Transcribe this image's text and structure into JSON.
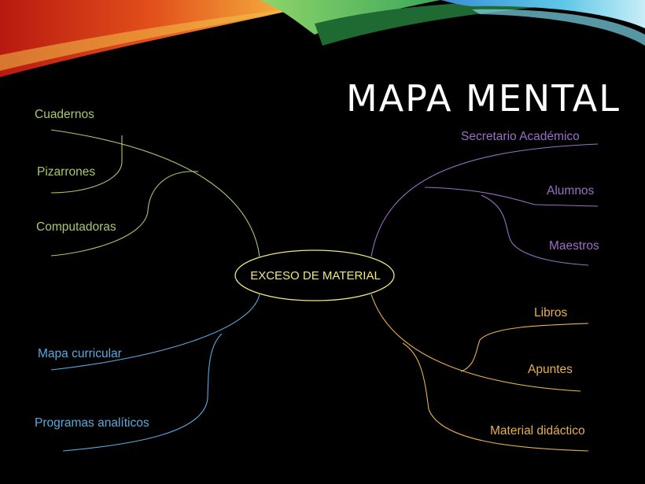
{
  "title": "MAPA MENTAL",
  "center": "EXCESO DE MATERIAL",
  "branches": {
    "green": {
      "color": "#a8c86e",
      "items": [
        "Cuadernos",
        "Pizarrones",
        "Computadoras"
      ]
    },
    "blue": {
      "color": "#5aa9de",
      "items": [
        "Mapa curricular",
        "Programas analíticos"
      ]
    },
    "purple": {
      "color": "#9b6fc6",
      "items": [
        "Secretario Académico",
        "Alumnos",
        "Maestros"
      ]
    },
    "orange": {
      "color": "#e8b04f",
      "items": [
        "Libros",
        "Apuntes",
        "Material didáctico"
      ]
    }
  },
  "colors": {
    "center_outline": "#f2e680",
    "background": "#000000"
  }
}
